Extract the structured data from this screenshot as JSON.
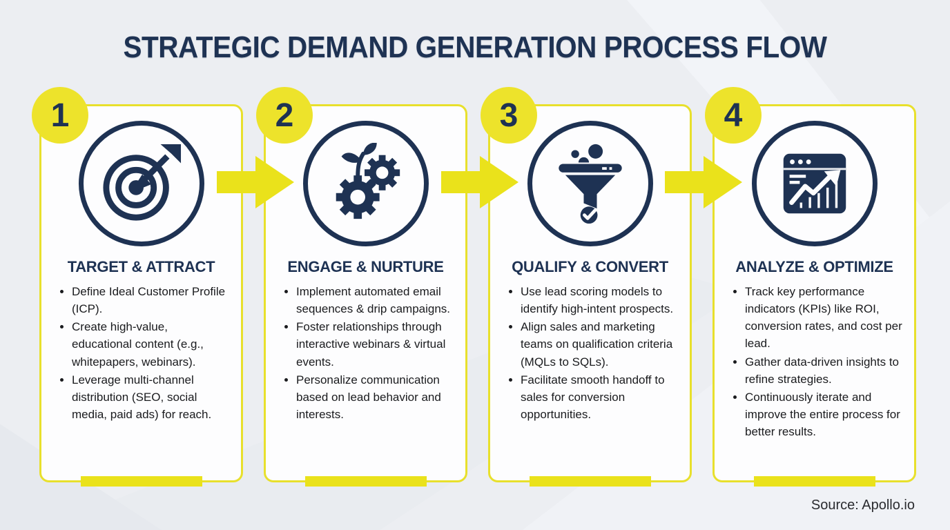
{
  "title": "STRATEGIC DEMAND GENERATION PROCESS FLOW",
  "source": "Source: Apollo.io",
  "colors": {
    "accent_yellow": "#EAE21B",
    "badge_yellow": "#EDE32B",
    "card_border_yellow": "#E8E02C",
    "navy": "#1E3253",
    "background": "#ECEEF2",
    "body_text": "#1A1B1E"
  },
  "icons": [
    "target-icon",
    "gears-growth-icon",
    "funnel-check-icon",
    "analytics-chart-icon",
    "flow-arrow-icon"
  ],
  "steps": [
    {
      "number": "1",
      "icon": "target-icon",
      "title": "TARGET & ATTRACT",
      "bullets": [
        "Define Ideal Customer Profile (ICP).",
        "Create high-value, educational content (e.g., whitepapers, webinars).",
        "Leverage multi-channel distribution (SEO, social media, paid ads) for reach."
      ]
    },
    {
      "number": "2",
      "icon": "gears-growth-icon",
      "title": "ENGAGE & NURTURE",
      "bullets": [
        "Implement automated email sequences & drip campaigns.",
        "Foster relationships through interactive webinars & virtual events.",
        "Personalize communication based on lead behavior and interests."
      ]
    },
    {
      "number": "3",
      "icon": "funnel-check-icon",
      "title": "QUALIFY & CONVERT",
      "bullets": [
        "Use lead scoring models to identify high-intent prospects.",
        "Align sales and marketing teams on qualification criteria (MQLs to SQLs).",
        "Facilitate smooth handoff to sales for conversion opportunities."
      ]
    },
    {
      "number": "4",
      "icon": "analytics-chart-icon",
      "title": "ANALYZE & OPTIMIZE",
      "bullets": [
        "Track key performance indicators (KPIs) like ROI, conversion rates, and cost per lead.",
        "Gather data-driven insights to refine strategies.",
        "Continuously iterate and improve the entire process for better results."
      ]
    }
  ]
}
